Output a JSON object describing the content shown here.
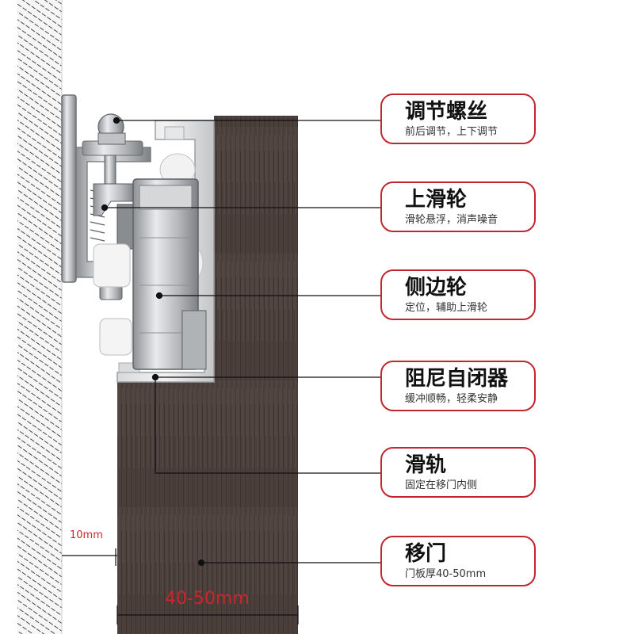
{
  "callouts": [
    {
      "title": "调节螺丝",
      "desc": "前后调节，上下调节"
    },
    {
      "title": "上滑轮",
      "desc": "滑轮悬浮，消声噪音"
    },
    {
      "title": "侧边轮",
      "desc": "定位，辅助上滑轮"
    },
    {
      "title": "阻尼自闭器",
      "desc": "缓冲顺畅，轻柔安静"
    },
    {
      "title": "滑轨",
      "desc": "固定在移门内侧"
    },
    {
      "title": "移门",
      "desc": "门板厚40-50mm"
    }
  ],
  "dimensions": {
    "gap_label": "10mm",
    "width_label": "40-50mm"
  },
  "colors": {
    "accent": "#c0262d",
    "dimension_text": "#d0242c",
    "door": "#4a3d3b",
    "wall": "#f4f4f4",
    "metal": "#c9cbcd"
  }
}
